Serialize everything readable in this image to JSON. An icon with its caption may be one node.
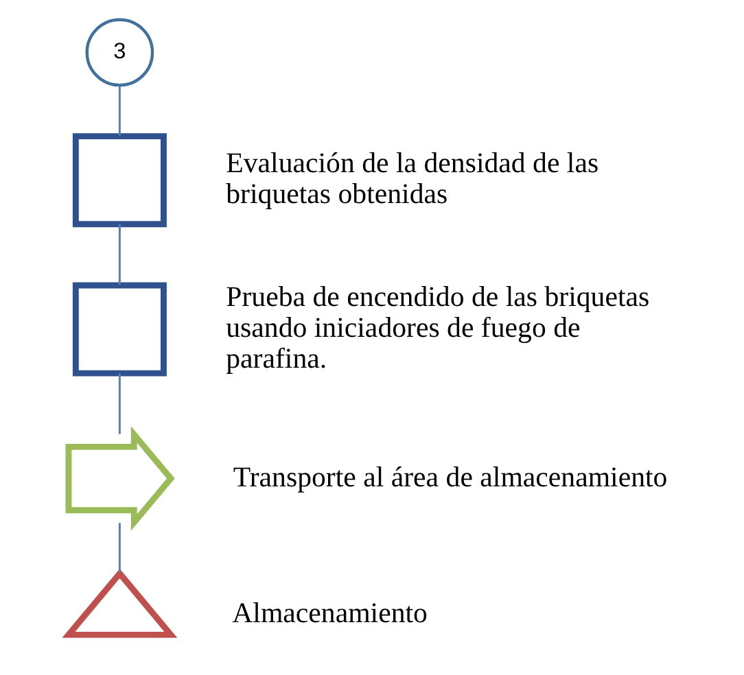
{
  "diagram": {
    "nodes": [
      {
        "text": [
          "3"
        ]
      },
      {
        "text": [],
        "shape": "box",
        "beside": [
          "Evaluación de la densidad de las briquetas obtenidas"
        ]
      },
      {
        "text": [],
        "shape": "box",
        "beside": [
          "Prueba de encendido de las briquetas usando iniciadores de fuego de parafina."
        ]
      },
      {
        "text": [],
        "shape": "arrow",
        "beside": [
          "Transporte al área de almacenamiento"
        ]
      },
      {
        "text": [],
        "shape": "triangle",
        "beside": [
          "Almacenamiento"
        ]
      }
    ],
    "edges": [
      {
        "from": 0,
        "to": 1,
        "arrow": "none"
      },
      {
        "from": 1,
        "to": 2,
        "arrow": "none"
      },
      {
        "from": 2,
        "to": 3,
        "arrow": "none"
      },
      {
        "from": 3,
        "to": 4,
        "arrow": "none"
      }
    ]
  }
}
